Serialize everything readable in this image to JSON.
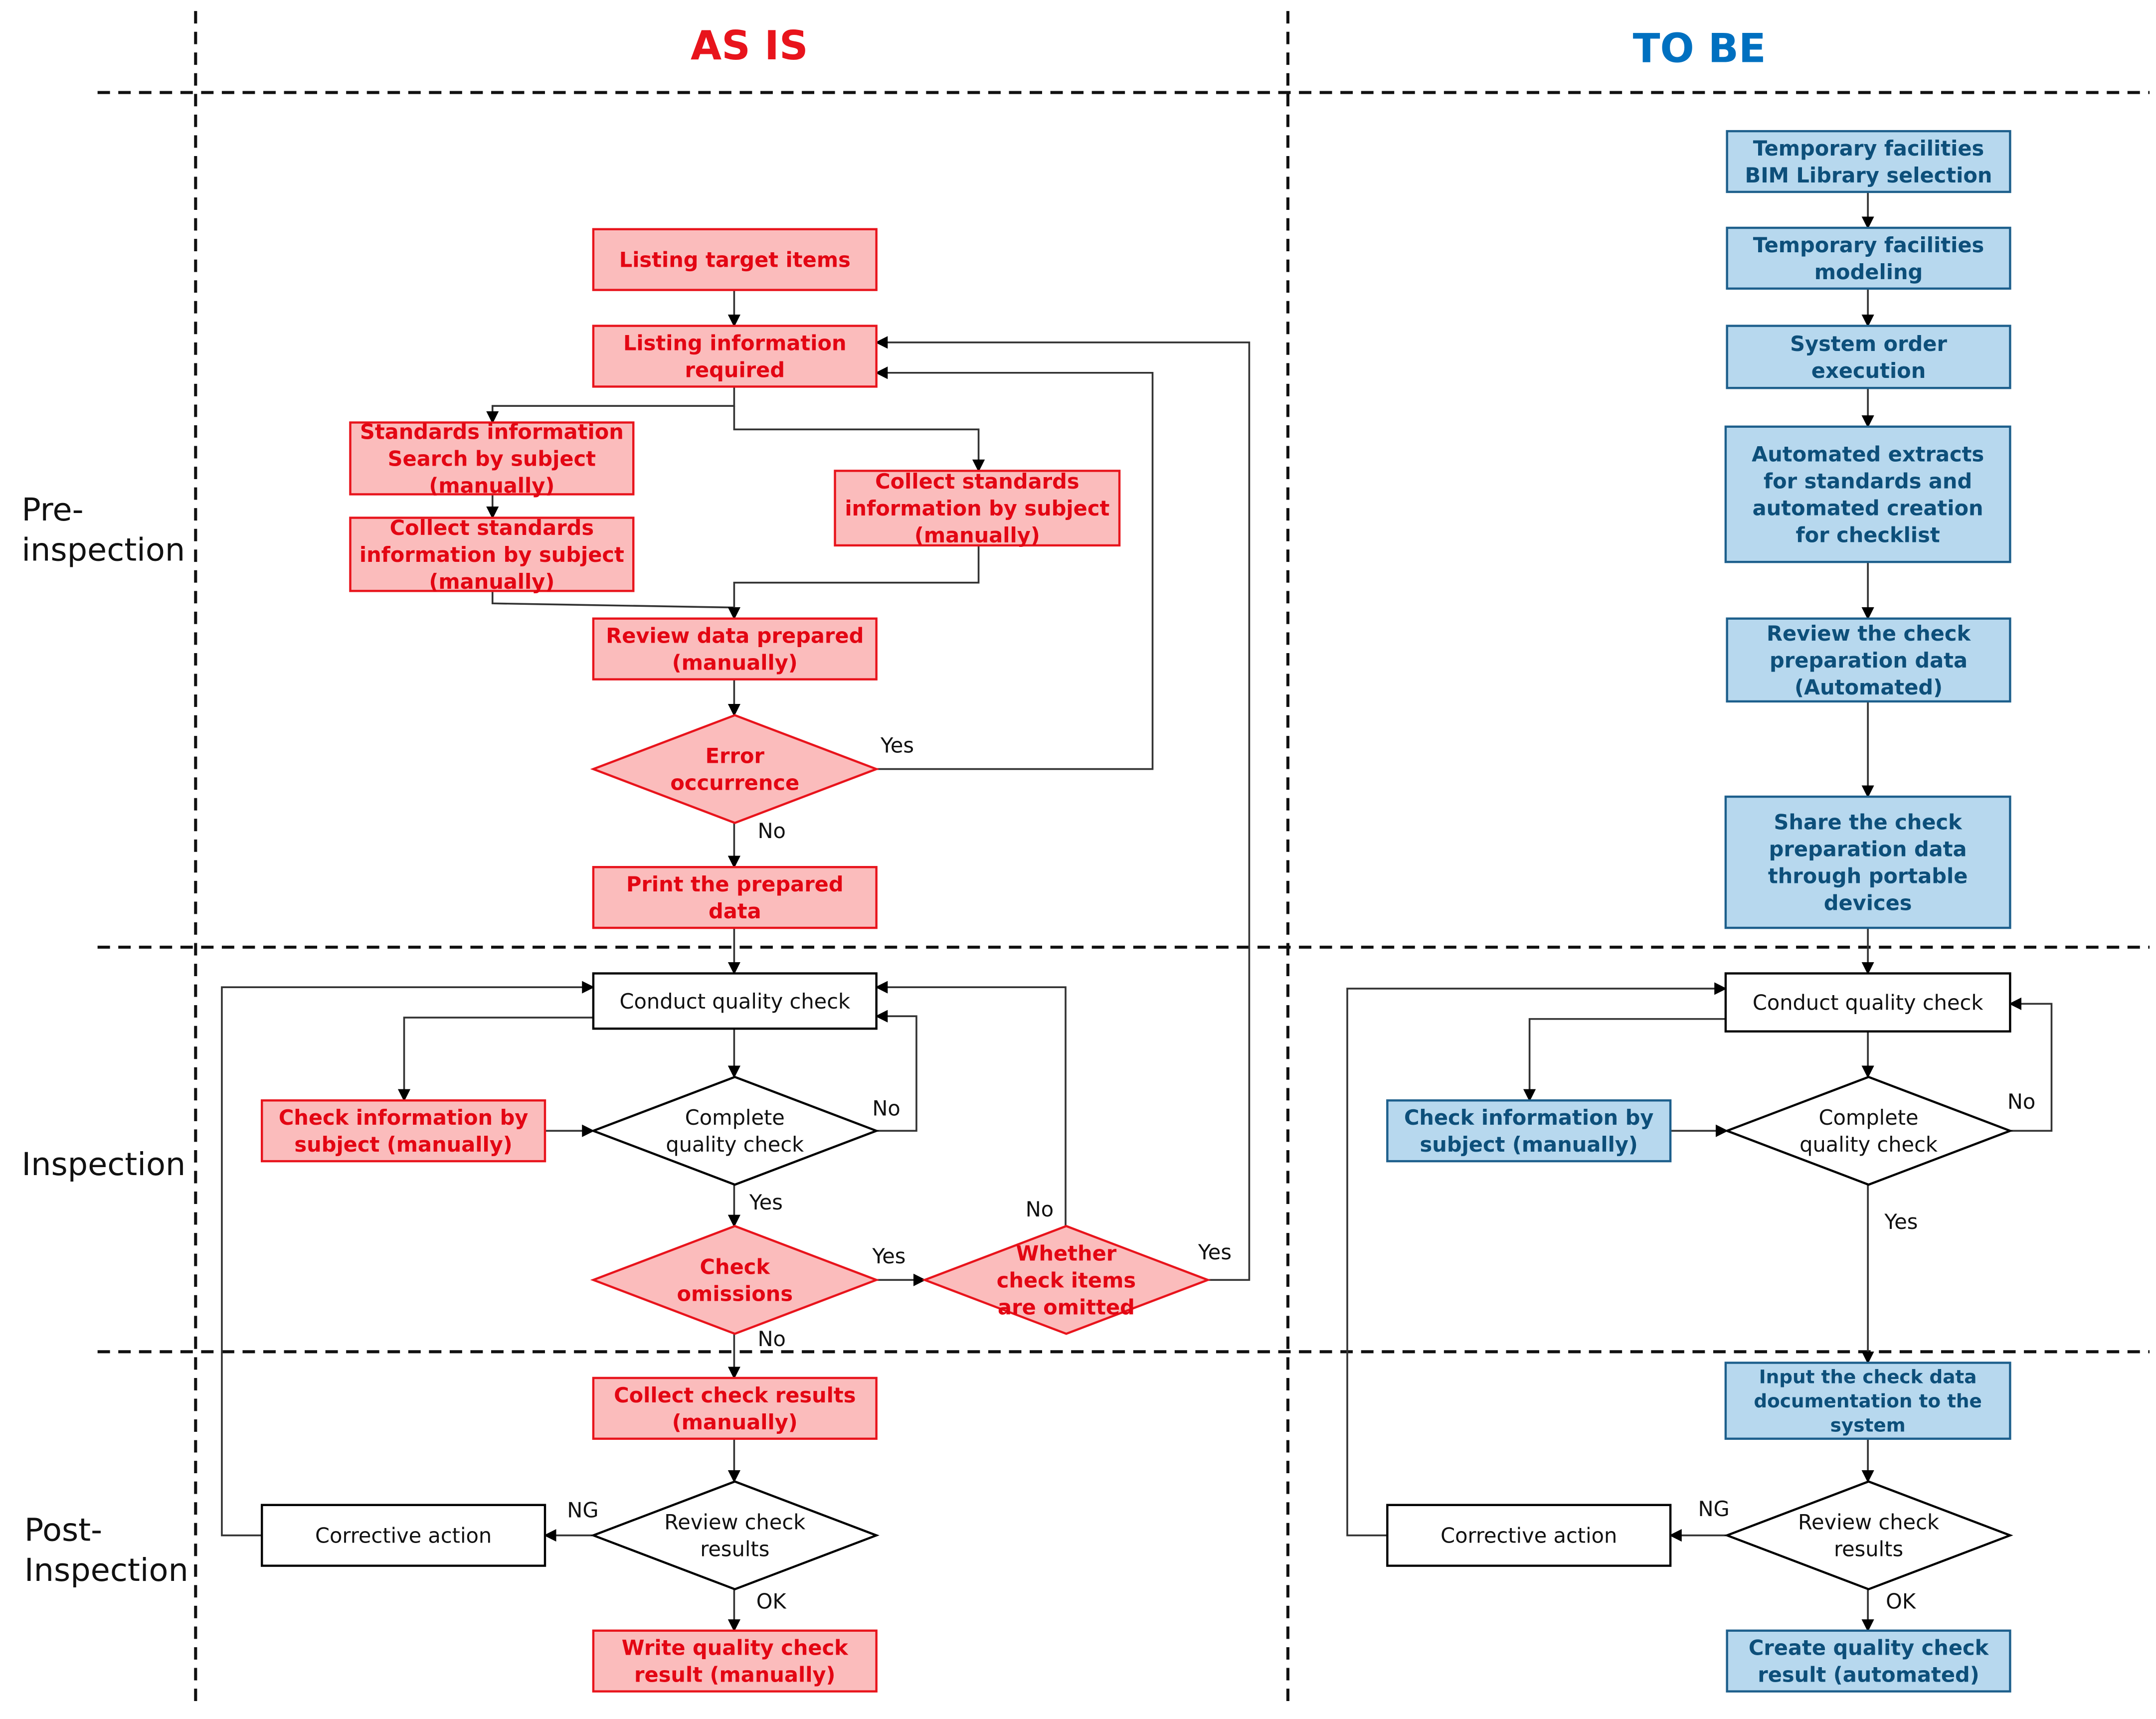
{
  "titles": {
    "as_is": "AS IS",
    "to_be": "TO BE"
  },
  "colors": {
    "as_is_title": "#e8141c",
    "to_be_title": "#0070c0",
    "red_fill": "#fbbcbc",
    "red_stroke": "#e8141c",
    "blue_fill": "#b7d8ee",
    "blue_stroke": "#1d5f8c"
  },
  "sections": {
    "pre": [
      "Pre-",
      "inspection"
    ],
    "inspection": [
      "Inspection"
    ],
    "post": [
      "Post-",
      "Inspection"
    ]
  },
  "as_is": {
    "nodes": {
      "listing_target": [
        "Listing target items"
      ],
      "listing_info": [
        "Listing information",
        "required"
      ],
      "standards_search": [
        "Standards information",
        "Search by subject",
        "(manually)"
      ],
      "collect_std_left": [
        "Collect standards",
        "information by subject",
        "(manually)"
      ],
      "collect_std_right": [
        "Collect standards",
        "information by subject",
        "(manually)"
      ],
      "review_data": [
        "Review data prepared",
        "(manually)"
      ],
      "error": [
        "Error",
        "occurrence"
      ],
      "print": [
        "Print the prepared",
        "data"
      ],
      "conduct": [
        "Conduct quality check"
      ],
      "check_info": [
        "Check information by",
        "subject (manually)"
      ],
      "complete": [
        "Complete",
        "quality check"
      ],
      "omissions": [
        "Check",
        "omissions"
      ],
      "whether": [
        "Whether",
        "check items",
        "are omitted"
      ],
      "collect_results": [
        "Collect check results",
        "(manually)"
      ],
      "review_results": [
        "Review check",
        "results"
      ],
      "corrective": [
        "Corrective action"
      ],
      "write": [
        "Write quality check",
        "result (manually)"
      ]
    },
    "labels": {
      "error_yes": "Yes",
      "error_no": "No",
      "complete_no": "No",
      "complete_yes": "Yes",
      "omissions_yes": "Yes",
      "omissions_no": "No",
      "whether_no": "No",
      "whether_yes": "Yes",
      "review_ng": "NG",
      "review_ok": "OK"
    }
  },
  "to_be": {
    "nodes": {
      "bim_library": [
        "Temporary facilities",
        "BIM Library selection"
      ],
      "modeling": [
        "Temporary facilities",
        "modeling"
      ],
      "system_order": [
        "System order",
        "execution"
      ],
      "automated": [
        "Automated extracts",
        "for standards and",
        "automated creation",
        "for checklist"
      ],
      "review_prep": [
        "Review the check",
        "preparation data",
        "(Automated)"
      ],
      "share": [
        "Share the check",
        "preparation data",
        "through portable",
        "devices"
      ],
      "conduct": [
        "Conduct quality check"
      ],
      "check_info": [
        "Check information by",
        "subject (manually)"
      ],
      "complete": [
        "Complete",
        "quality check"
      ],
      "input_data": [
        "Input the check data",
        "documentation to the",
        "system"
      ],
      "review_results": [
        "Review check",
        "results"
      ],
      "corrective": [
        "Corrective action"
      ],
      "create": [
        "Create quality check",
        "result (automated)"
      ]
    },
    "labels": {
      "complete_no": "No",
      "complete_yes": "Yes",
      "review_ng": "NG",
      "review_ok": "OK"
    }
  }
}
